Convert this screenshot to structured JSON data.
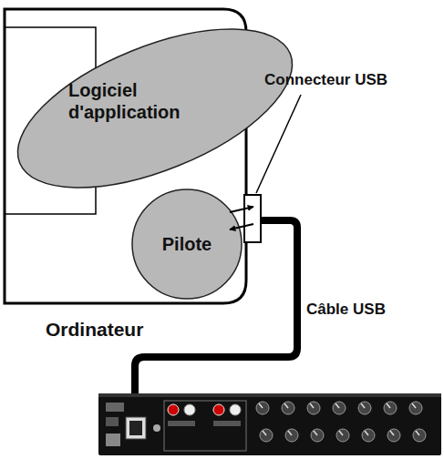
{
  "diagram": {
    "nodes": [
      {
        "text": [
          "Ordinateur"
        ]
      },
      {
        "text": [
          "Logiciel d'application"
        ],
        "in": 0
      },
      {
        "text": [
          "Pilote"
        ],
        "in": 0
      }
    ],
    "edges": [
      {
        "from": 1,
        "to": 2,
        "arrow": "both"
      }
    ],
    "labels": [
      "Connecteur USB",
      "Câble USB"
    ]
  }
}
